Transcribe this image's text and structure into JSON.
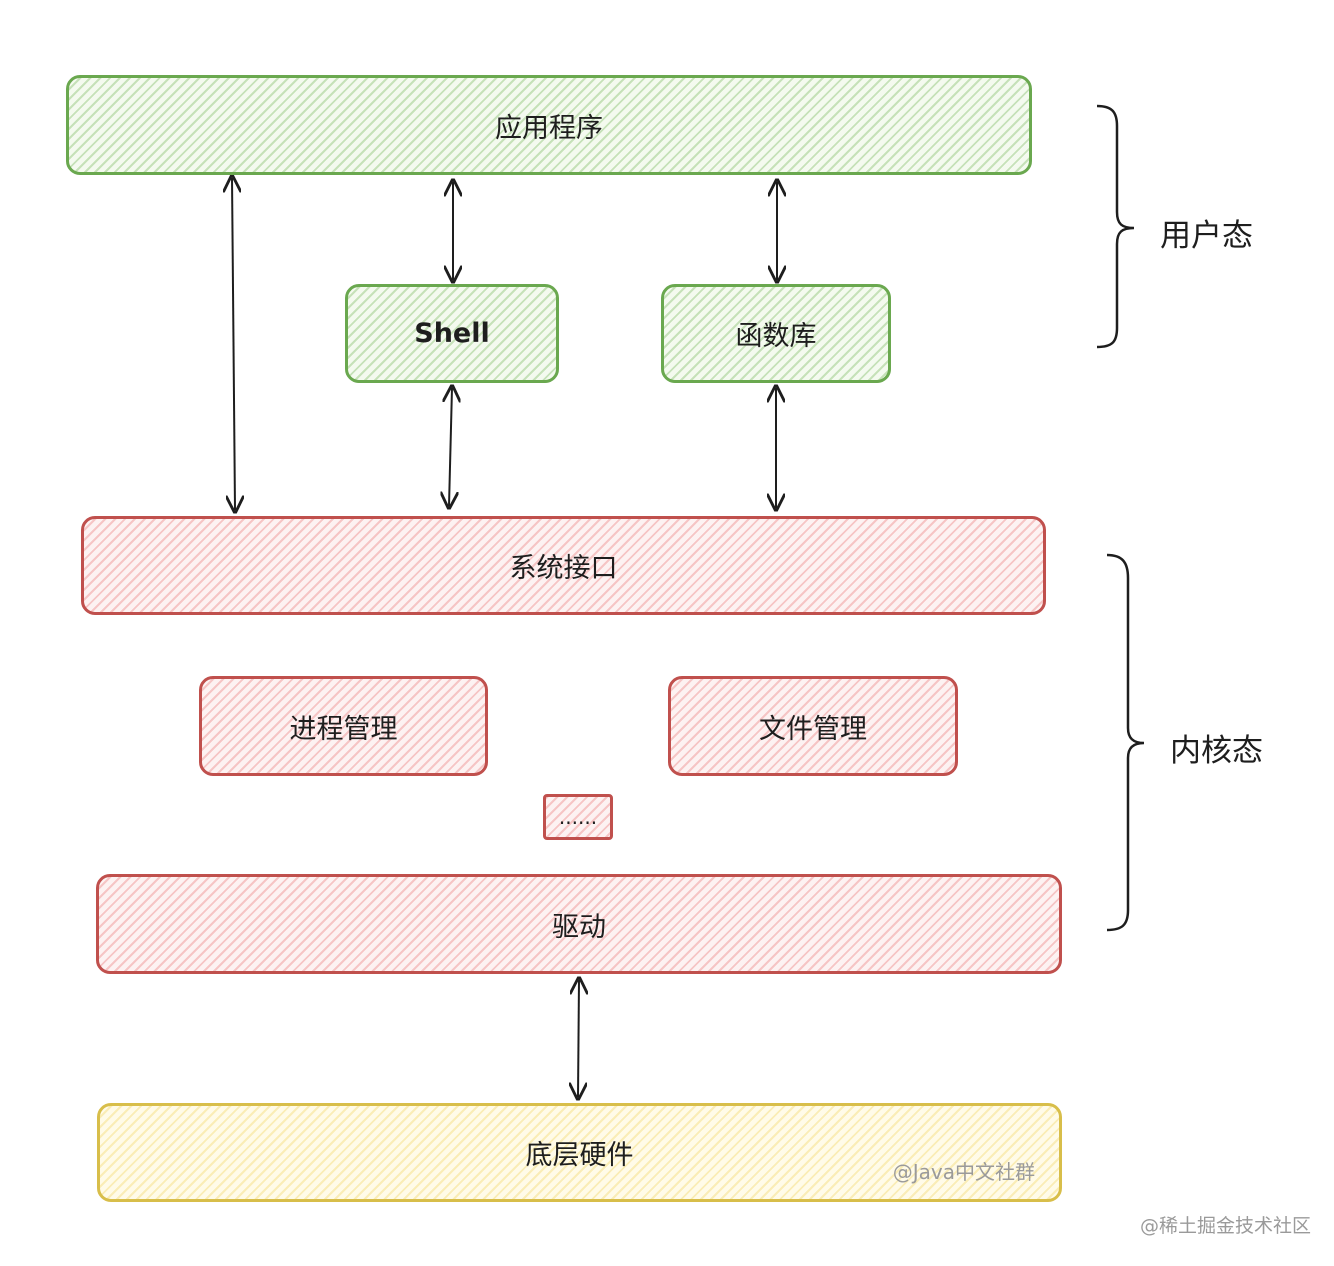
{
  "boxes": {
    "app": "应用程序",
    "shell": "Shell",
    "lib": "函数库",
    "syscall": "系统接口",
    "process": "进程管理",
    "file": "文件管理",
    "more": "......",
    "driver": "驱动",
    "hardware": "底层硬件"
  },
  "labels": {
    "user_mode": "用户态",
    "kernel_mode": "内核态"
  },
  "watermarks": {
    "inner": "@Java中文社群",
    "outer": "@稀土掘金技术社区"
  },
  "colors": {
    "user_space": "#6aa84f",
    "kernel_space": "#c0504d",
    "hardware": "#d8be4a"
  }
}
